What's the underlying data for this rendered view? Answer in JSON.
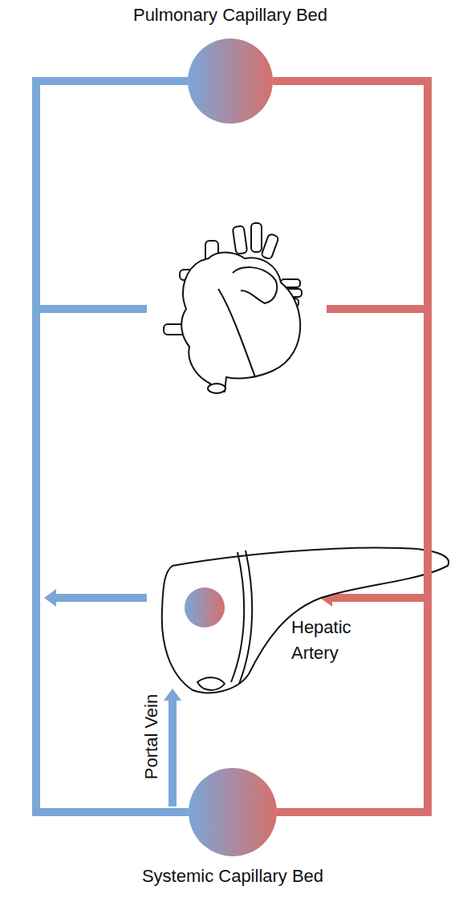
{
  "diagram": {
    "nodes": [
      {
        "text": [
          "Pulmonary Capillary Bed"
        ]
      },
      {
        "text": [
          "Systemic Capillary Bed"
        ]
      }
    ],
    "edges": [
      {
        "from": 1,
        "to": 0,
        "arrow": "none"
      },
      {
        "from": 0,
        "to": 1,
        "arrow": "none"
      }
    ],
    "labels": [
      "Hepatic Artery",
      "Portal Vein"
    ]
  }
}
